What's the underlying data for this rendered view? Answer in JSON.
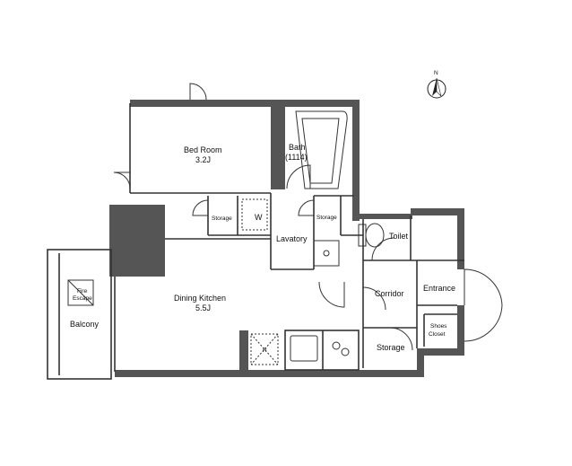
{
  "compass": {
    "north_label": "N"
  },
  "rooms": {
    "bedroom": {
      "name": "Bed Room",
      "size": "3.2J"
    },
    "bath": {
      "name": "Bath",
      "size": "(1114)"
    },
    "storage_left": {
      "name": "Storage"
    },
    "washer": {
      "name": "W"
    },
    "storage_right": {
      "name": "Storage"
    },
    "lavatory": {
      "name": "Lavatory"
    },
    "toilet": {
      "name": "Toilet"
    },
    "dining_kitchen": {
      "name": "Dining Kitchen",
      "size": "5.5J"
    },
    "corridor": {
      "name": "Corridor"
    },
    "entrance": {
      "name": "Entrance"
    },
    "shoes_closet": {
      "line1": "Shoes",
      "line2": "Closet"
    },
    "storage_bottom": {
      "name": "Storage"
    },
    "balcony": {
      "name": "Balcony"
    },
    "fire_escape": {
      "line1": "Fire",
      "line2": "Escape"
    },
    "refrigerator": {
      "name": "R"
    }
  },
  "colors": {
    "wall": "#555555",
    "line": "#333333",
    "background": "#ffffff"
  }
}
